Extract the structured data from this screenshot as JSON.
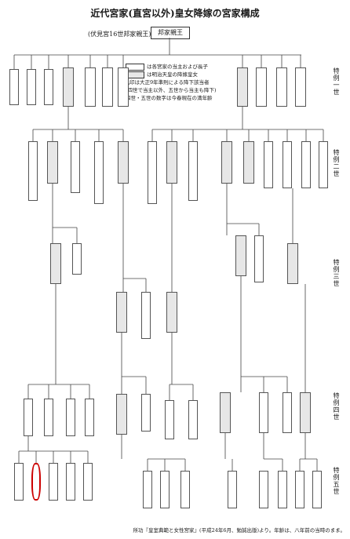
{
  "header": {
    "title": "近代宮家(直宮以外)皇女降嫁の宮家構成",
    "root_label": "(伏見宮16世邦家親王)",
    "root_name": "邦家親王"
  },
  "legend": {
    "lines": [
      "は各宮家の当主および長子",
      "は明治天皇の降嫁皇女",
      "▲印は大正9年準則による降下該当者",
      "(四世で当主以外、五世から当主も降下)",
      "四世・五世の数字は今春現在の満年齢"
    ]
  },
  "generations": [
    "特例一世",
    "特例二世",
    "特例三世",
    "特例四世",
    "特例五世"
  ],
  "source_note": "所功『皇室典範と女性宮家』(平成24年6月、勉誠出版)より。年齢は、八年前の当時のまま。",
  "tree": {
    "nodes": [
      {
        "id": "g1-1",
        "name": ""
      },
      {
        "id": "g1-2",
        "name": ""
      },
      {
        "id": "g1-3",
        "name": ""
      },
      {
        "id": "g1-4",
        "name": ""
      },
      {
        "id": "g1-5",
        "name": ""
      },
      {
        "id": "g1-6",
        "name": ""
      },
      {
        "id": "g1-7",
        "name": ""
      },
      {
        "id": "g1-8",
        "name": ""
      },
      {
        "id": "g1-9",
        "name": ""
      },
      {
        "id": "g1-10",
        "name": ""
      },
      {
        "id": "g1-11",
        "name": ""
      },
      {
        "id": "g2-1",
        "name": ""
      },
      {
        "id": "g2-2",
        "name": ""
      },
      {
        "id": "g2-3",
        "name": ""
      },
      {
        "id": "g2-4",
        "name": ""
      },
      {
        "id": "g2-5",
        "name": ""
      },
      {
        "id": "g2-6",
        "name": ""
      },
      {
        "id": "g2-7",
        "name": ""
      },
      {
        "id": "g2-8",
        "name": ""
      },
      {
        "id": "g2-9",
        "name": ""
      },
      {
        "id": "g2-10",
        "name": ""
      },
      {
        "id": "g2-11",
        "name": ""
      },
      {
        "id": "g2-12",
        "name": ""
      },
      {
        "id": "g2-13",
        "name": ""
      },
      {
        "id": "g2-14",
        "name": ""
      },
      {
        "id": "g3-1",
        "name": ""
      },
      {
        "id": "g3-2",
        "name": ""
      },
      {
        "id": "g3-3",
        "name": ""
      },
      {
        "id": "g3-4",
        "name": ""
      },
      {
        "id": "g3-5",
        "name": ""
      },
      {
        "id": "g3-6",
        "name": ""
      },
      {
        "id": "g3-7",
        "name": ""
      },
      {
        "id": "g3-8",
        "name": ""
      },
      {
        "id": "g4-1",
        "name": ""
      },
      {
        "id": "g4-2",
        "name": ""
      },
      {
        "id": "g4-3",
        "name": ""
      },
      {
        "id": "g4-4",
        "name": ""
      },
      {
        "id": "g4-5",
        "name": ""
      },
      {
        "id": "g4-6",
        "name": ""
      },
      {
        "id": "g4-7",
        "name": ""
      },
      {
        "id": "g4-8",
        "name": ""
      },
      {
        "id": "g4-9",
        "name": ""
      },
      {
        "id": "g4-10",
        "name": ""
      },
      {
        "id": "g4-11",
        "name": ""
      },
      {
        "id": "g4-12",
        "name": ""
      },
      {
        "id": "g5-1",
        "name": ""
      },
      {
        "id": "g5-2",
        "name": ""
      },
      {
        "id": "g5-3",
        "name": ""
      },
      {
        "id": "g5-4",
        "name": ""
      },
      {
        "id": "g5-5",
        "name": ""
      },
      {
        "id": "g5-6",
        "name": ""
      },
      {
        "id": "g5-7",
        "name": ""
      },
      {
        "id": "g5-8",
        "name": ""
      },
      {
        "id": "g5-9",
        "name": ""
      },
      {
        "id": "g5-10",
        "name": ""
      },
      {
        "id": "g5-11",
        "name": ""
      },
      {
        "id": "g5-12",
        "name": ""
      },
      {
        "id": "g5-13",
        "name": ""
      }
    ]
  }
}
